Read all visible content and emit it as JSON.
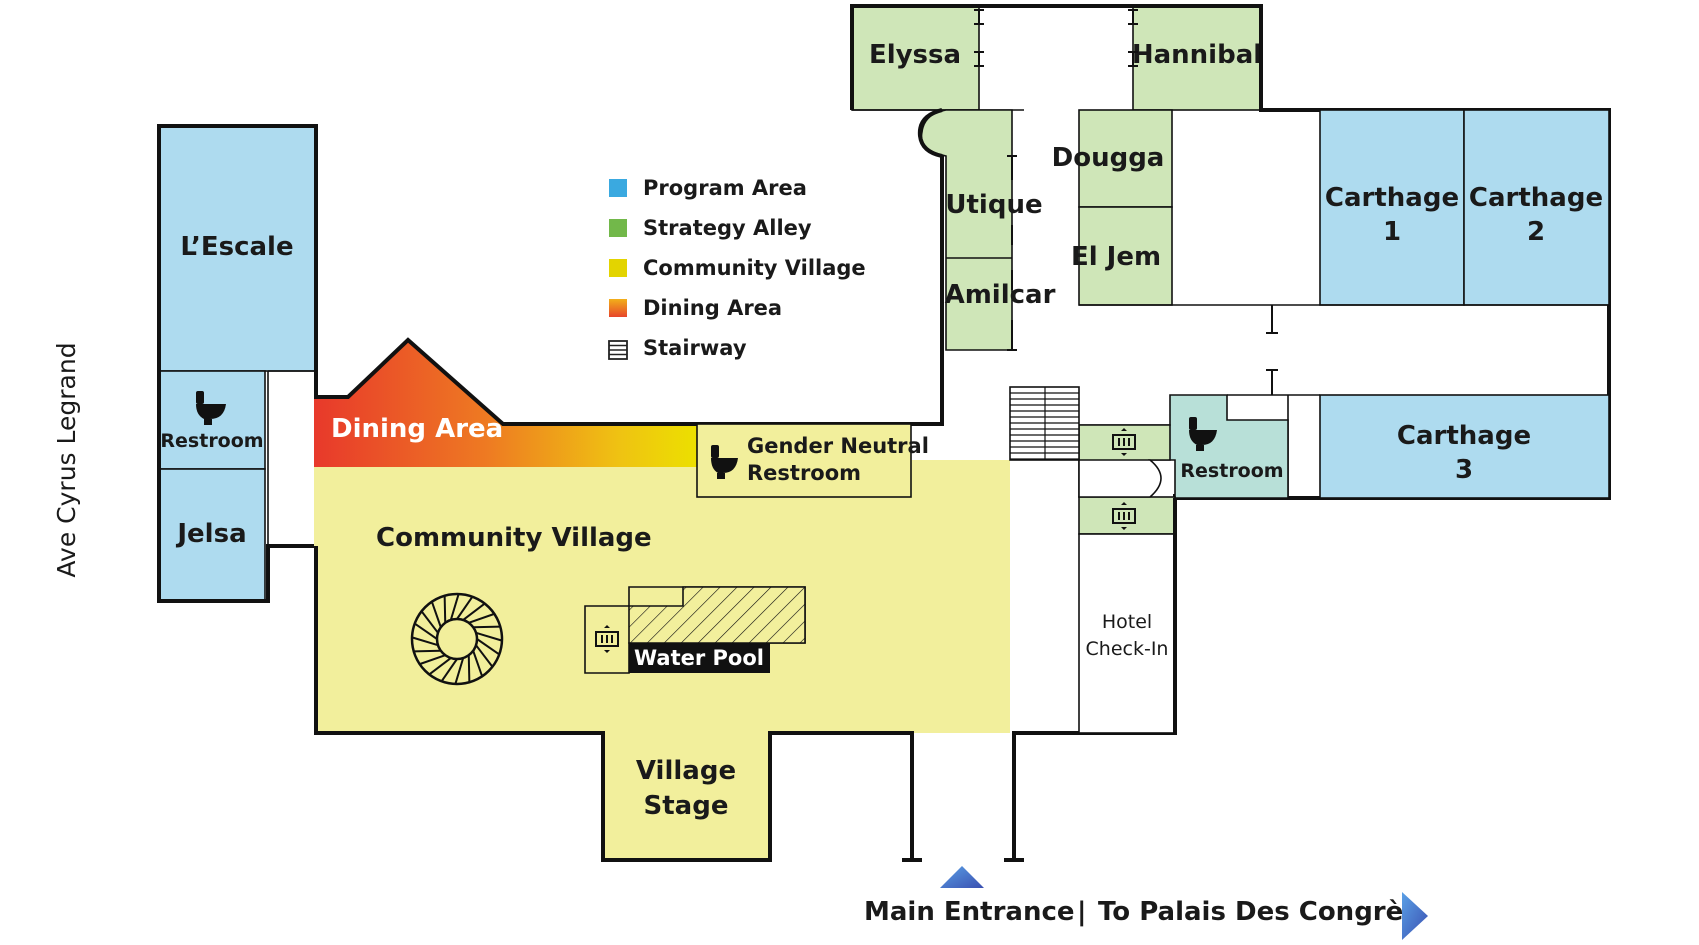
{
  "street_label": "Ave Cyrus Legrand",
  "legend": {
    "items": [
      {
        "label": "Program Area",
        "color": "#3aa9e0",
        "swatch": "solid"
      },
      {
        "label": "Strategy Alley",
        "color": "#72b84a",
        "swatch": "solid"
      },
      {
        "label": "Community Village",
        "color": "#e3d400",
        "swatch": "solid"
      },
      {
        "label": "Dining Area",
        "color": "#e7452b",
        "color2": "#f2b01a",
        "swatch": "gradient"
      },
      {
        "label": "Stairway",
        "color": "#222222",
        "swatch": "stairs"
      }
    ]
  },
  "rooms": {
    "lescale": "L’Escale",
    "restroom_west": "Restroom",
    "jelsa": "Jelsa",
    "dining_area": "Dining Area",
    "gender_neutral_line1": "Gender Neutral",
    "gender_neutral_line2": "Restroom",
    "community_village": "Community Village",
    "water_pool": "Water Pool",
    "village_stage_line1": "Village",
    "village_stage_line2": "Stage",
    "elyssa": "Elyssa",
    "hannibal": "Hannibal",
    "utique": "Utique",
    "amilcar": "Amilcar",
    "dougga": "Dougga",
    "el_jem": "El Jem",
    "carthage1_line1": "Carthage",
    "carthage1_line2": "1",
    "carthage2_line1": "Carthage",
    "carthage2_line2": "2",
    "carthage3_line1": "Carthage",
    "carthage3_line2": "3",
    "restroom_east": "Restroom",
    "hotel_checkin_line1": "Hotel",
    "hotel_checkin_line2": "Check-In"
  },
  "footer": {
    "main_entrance": "Main Entrance",
    "separator": "|",
    "to_palais": "To Palais Des Congrès"
  },
  "colors": {
    "program_area_fill": "#aedbef",
    "strategy_alley_fill": "#cfe6b8",
    "community_village_fill": "#f2ef9c",
    "arrow_blue": "#3f6fc4"
  },
  "icons": [
    "toilet-icon",
    "elevator-icon",
    "stairway-icon",
    "spiral-staircase-icon",
    "entrance-arrow-icon",
    "direction-arrow-icon"
  ]
}
